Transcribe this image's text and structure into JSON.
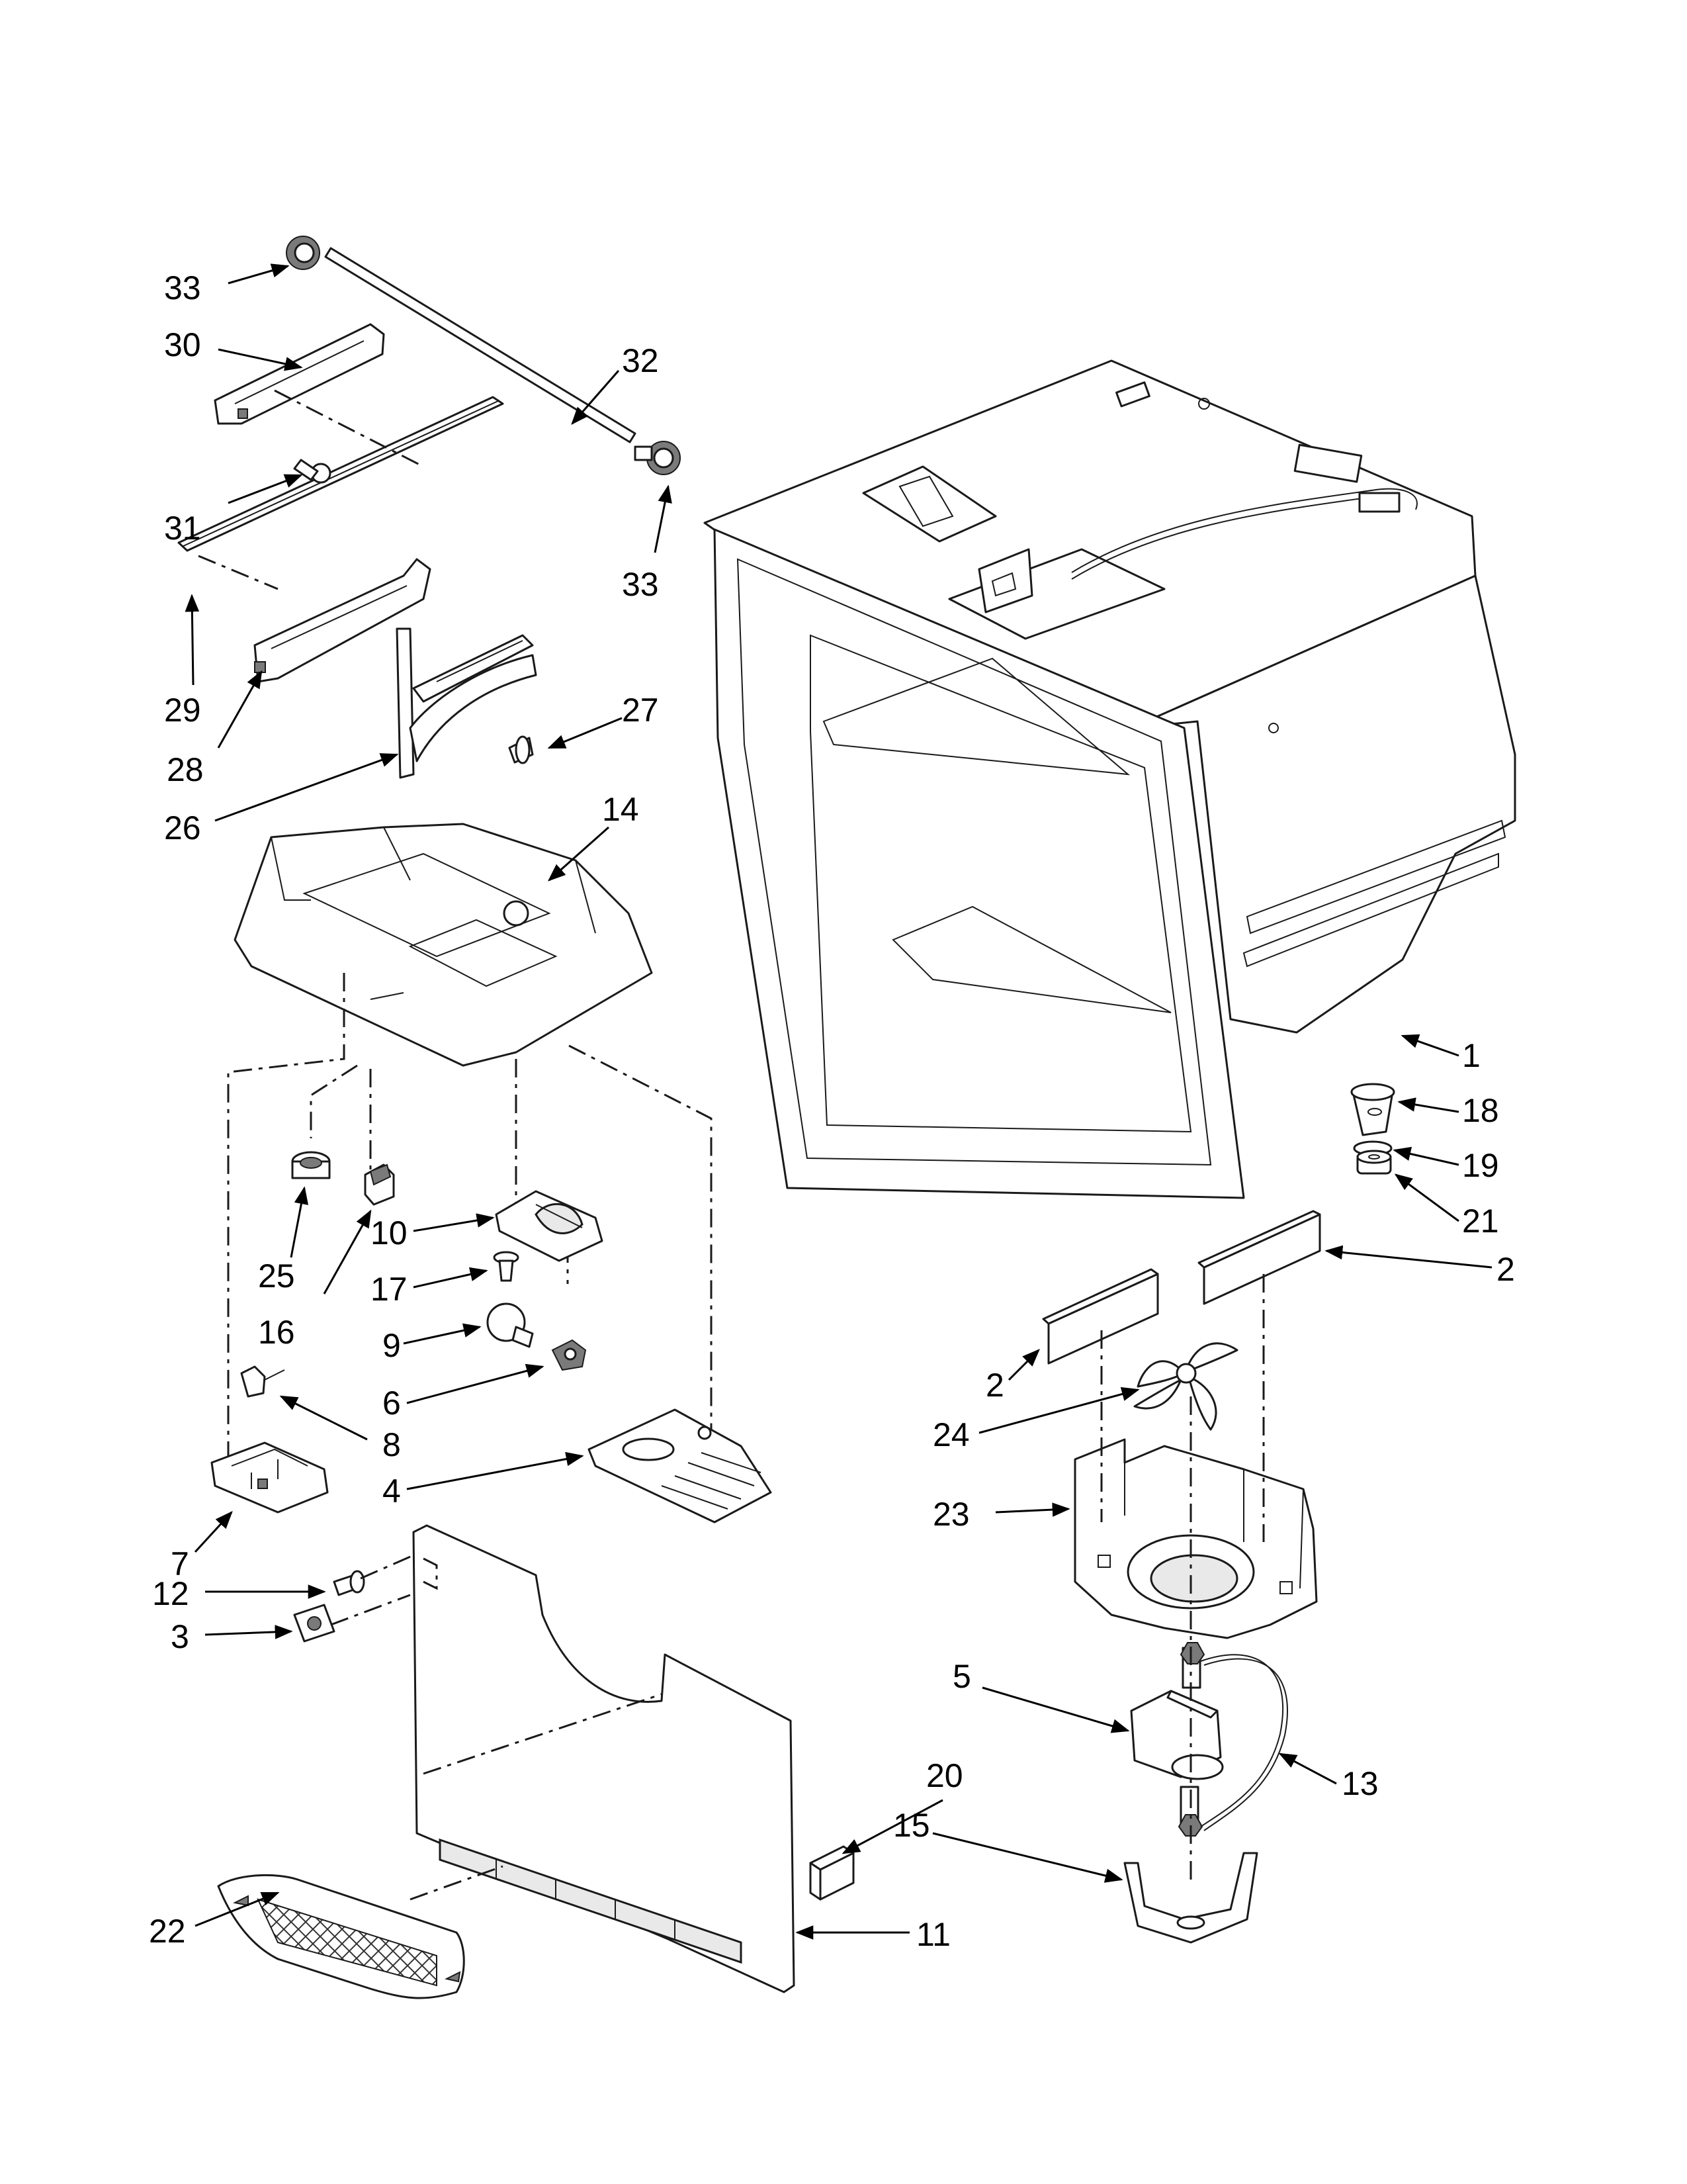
{
  "diagram": {
    "callouts": [
      {
        "id": "c33a",
        "text": "33"
      },
      {
        "id": "c30",
        "text": "30"
      },
      {
        "id": "c32",
        "text": "32"
      },
      {
        "id": "c31",
        "text": "31"
      },
      {
        "id": "c33b",
        "text": "33"
      },
      {
        "id": "c29",
        "text": "29"
      },
      {
        "id": "c28",
        "text": "28"
      },
      {
        "id": "c27",
        "text": "27"
      },
      {
        "id": "c26",
        "text": "26"
      },
      {
        "id": "c14",
        "text": "14"
      },
      {
        "id": "c1",
        "text": "1"
      },
      {
        "id": "c18",
        "text": "18"
      },
      {
        "id": "c19",
        "text": "19"
      },
      {
        "id": "c21",
        "text": "21"
      },
      {
        "id": "c2a",
        "text": "2"
      },
      {
        "id": "c2b",
        "text": "2"
      },
      {
        "id": "c25",
        "text": "25"
      },
      {
        "id": "c16",
        "text": "16"
      },
      {
        "id": "c10",
        "text": "10"
      },
      {
        "id": "c17",
        "text": "17"
      },
      {
        "id": "c9",
        "text": "9"
      },
      {
        "id": "c6",
        "text": "6"
      },
      {
        "id": "c8",
        "text": "8"
      },
      {
        "id": "c4",
        "text": "4"
      },
      {
        "id": "c7",
        "text": "7"
      },
      {
        "id": "c24",
        "text": "24"
      },
      {
        "id": "c23",
        "text": "23"
      },
      {
        "id": "c12",
        "text": "12"
      },
      {
        "id": "c3",
        "text": "3"
      },
      {
        "id": "c5",
        "text": "5"
      },
      {
        "id": "c13",
        "text": "13"
      },
      {
        "id": "c20",
        "text": "20"
      },
      {
        "id": "c15",
        "text": "15"
      },
      {
        "id": "c22",
        "text": "22"
      },
      {
        "id": "c11",
        "text": "11"
      }
    ]
  }
}
